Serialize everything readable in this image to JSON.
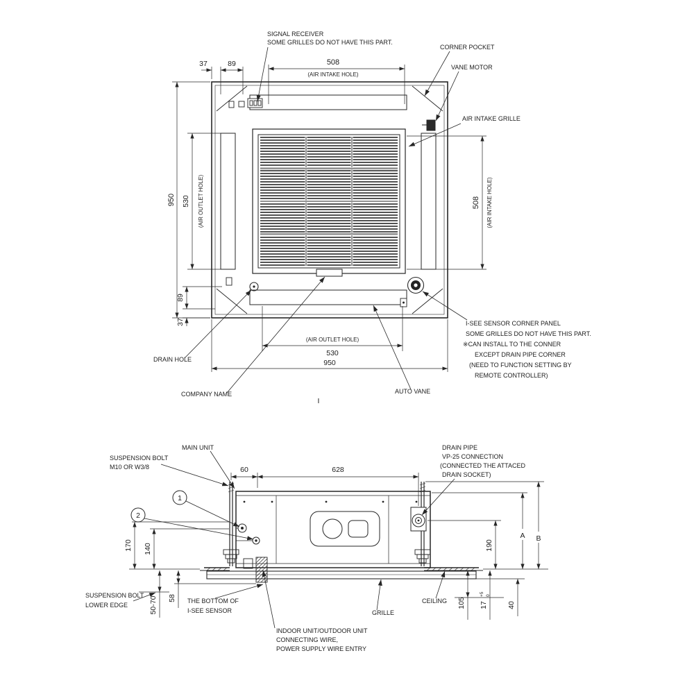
{
  "colors": {
    "line": "#262626",
    "background": "#ffffff",
    "grille_fill": "#333333"
  },
  "top_view": {
    "labels": {
      "signal_receiver": "SIGNAL RECEIVER",
      "signal_receiver_note": "SOME GRILLES DO NOT HAVE THIS PART.",
      "corner_pocket": "CORNER POCKET",
      "vane_motor": "VANE MOTOR",
      "air_intake_grille": "AIR INTAKE GRILLE",
      "isee_panel": "I-SEE SENSOR CORNER PANEL",
      "isee_note1": "SOME GRILLES DO NOT HAVE THIS PART.",
      "isee_note2": "※CAN INSTALL TO THE CONNER",
      "isee_note3": "EXCEPT DRAIN PIPE CORNER",
      "isee_note4": "(NEED TO FUNCTION SETTING BY",
      "isee_note5": "REMOTE CONTROLLER)",
      "drain_hole": "DRAIN HOLE",
      "company_name": "COMPANY NAME",
      "auto_vane": "AUTO VANE",
      "section_mark": "I"
    },
    "dims": {
      "top_37": "37",
      "top_89": "89",
      "top_508": "508",
      "top_intake": "(AIR INTAKE HOLE)",
      "left_950": "950",
      "left_530": "530",
      "left_outlet": "(AIR OUTLET HOLE)",
      "left_89": "89",
      "left_37": "37",
      "right_508": "508",
      "right_intake": "(AIR INTAKE HOLE)",
      "bottom_outlet": "(AIR OUTLET HOLE)",
      "bottom_530": "530",
      "bottom_950": "950"
    }
  },
  "side_view": {
    "labels": {
      "main_unit": "MAIN UNIT",
      "suspension_bolt1": "SUSPENSION BOLT",
      "suspension_bolt2": "M10 OR W3/8",
      "drain1": "DRAIN PIPE",
      "drain2": "VP-25 CONNECTION",
      "drain3": "(CONNECTED THE ATTACED",
      "drain4": "DRAIN SOCKET)",
      "bolt_lower1": "SUSPENSION BOLT",
      "bolt_lower2": "LOWER EDGE",
      "isee_bottom1": "THE BOTTOM OF",
      "isee_bottom2": "I-SEE SENSOR",
      "wire1": "INDOOR UNIT/OUTDOOR UNIT",
      "wire2": "CONNECTING WIRE,",
      "wire3": "POWER SUPPLY WIRE ENTRY",
      "grille": "GRILLE",
      "ceiling": "CEILING",
      "callout1": "1",
      "callout2": "2"
    },
    "dims": {
      "d60": "60",
      "d628": "628",
      "d170": "170",
      "d140": "140",
      "d190": "190",
      "dA": "A",
      "dB": "B",
      "d50_70": "50-70",
      "d58": "58",
      "d105": "105",
      "d17": "17",
      "d17_plus": "+5",
      "d17_minus": "0",
      "d40": "40"
    }
  }
}
